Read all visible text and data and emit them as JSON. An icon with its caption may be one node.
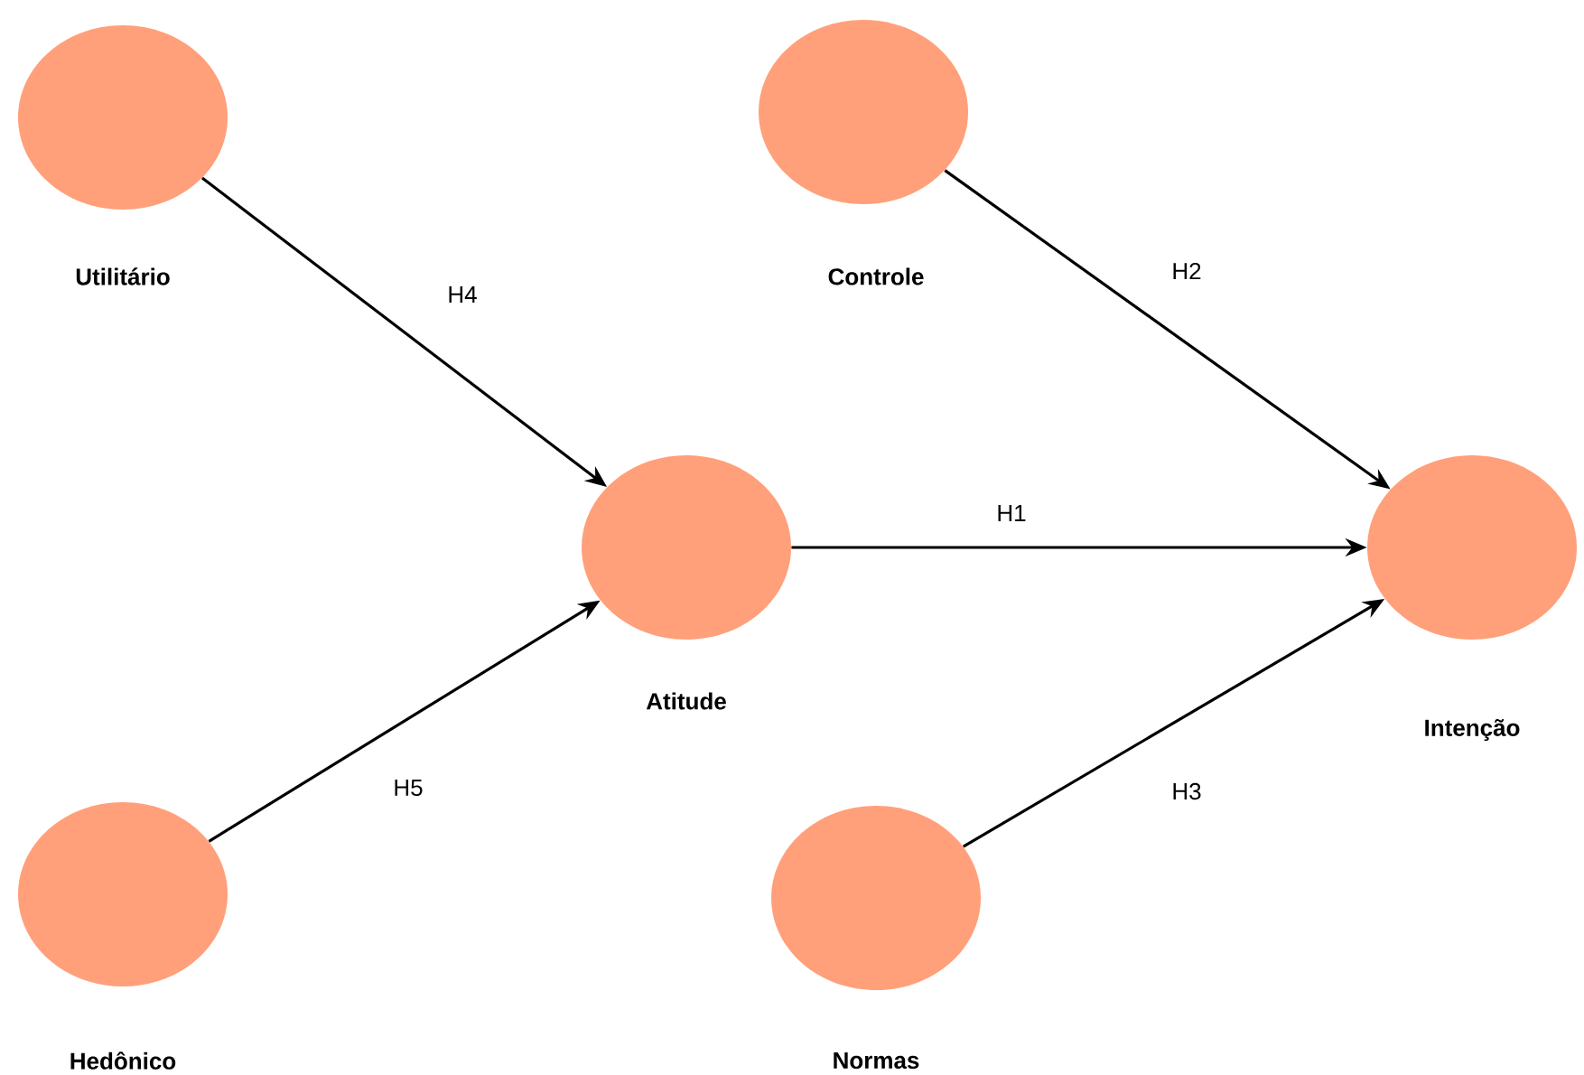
{
  "diagram": {
    "nodes": [
      {
        "text": [
          "Utilitário"
        ]
      },
      {
        "text": [
          "Controle"
        ]
      },
      {
        "text": [
          "Atitude"
        ]
      },
      {
        "text": [
          "Intenção"
        ]
      },
      {
        "text": [
          "Hedônico"
        ]
      },
      {
        "text": [
          "Normas"
        ]
      }
    ],
    "edges": [
      {
        "from": 0,
        "to": 2,
        "arrow": "to",
        "label": "H4"
      },
      {
        "from": 1,
        "to": 3,
        "arrow": "to",
        "label": "H2"
      },
      {
        "from": 2,
        "to": 3,
        "arrow": "to",
        "label": "H1"
      },
      {
        "from": 5,
        "to": 3,
        "arrow": "to",
        "label": "H3"
      },
      {
        "from": 4,
        "to": 2,
        "arrow": "to",
        "label": "H5"
      }
    ]
  }
}
